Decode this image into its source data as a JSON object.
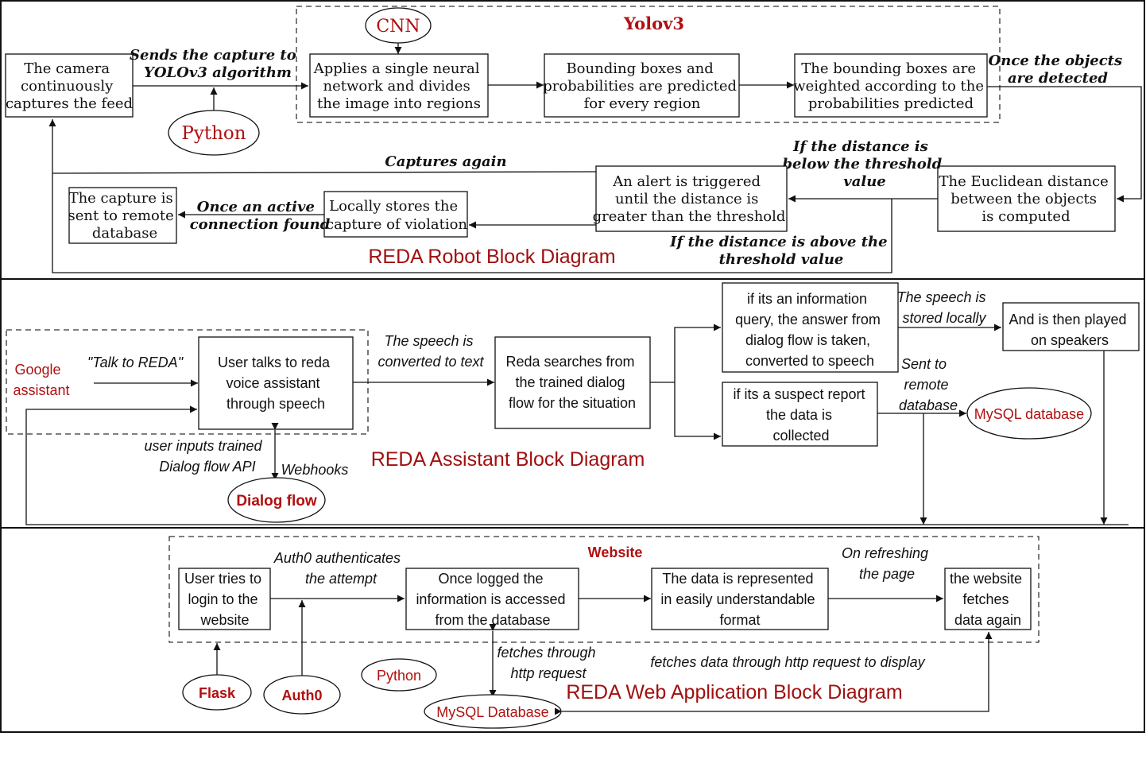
{
  "robot": {
    "title": "REDA Robot Block Diagram",
    "group_title": "Yolov3",
    "camera": [
      "The camera",
      "continuously",
      "captures the feed"
    ],
    "send_label": [
      "Sends the capture to",
      "YOLOv3 algorithm"
    ],
    "python": "Python",
    "cnn": "CNN",
    "neural": [
      "Applies a single neural",
      "network and divides",
      "the image into regions"
    ],
    "bbox": [
      "Bounding boxes and",
      "probabilities are predicted",
      "for every region"
    ],
    "weighted": [
      "The bounding boxes are",
      "weighted according to the",
      "probabilities predicted"
    ],
    "detected_label": [
      "Once the objects",
      "are detected"
    ],
    "euclid": [
      "The Euclidean distance",
      "between the objects",
      "is computed"
    ],
    "below_label": [
      "If the distance is",
      "below the threshold",
      "value"
    ],
    "alert": [
      "An alert is triggered",
      "until the distance is",
      "greater than the threshold"
    ],
    "above_label": [
      "If the distance is above the",
      "threshold value"
    ],
    "captures_again": "Captures again",
    "store": [
      "Locally stores the",
      "capture of violation"
    ],
    "active_label": [
      "Once an active",
      "connection found"
    ],
    "remote": [
      "The capture is",
      "sent to remote",
      "database"
    ]
  },
  "assistant": {
    "title": "REDA Assistant Block Diagram",
    "google": [
      "Google",
      "assistant"
    ],
    "talk_label": "\"Talk to REDA\"",
    "user_talks": [
      "User talks to reda",
      "voice assistant",
      "through speech"
    ],
    "speech_text_label": [
      "The speech is",
      "converted to text"
    ],
    "search": [
      "Reda searches from",
      "the trained dialog",
      "flow for the situation"
    ],
    "info": [
      "if its an information",
      "query, the answer from",
      "dialog flow is taken,",
      "converted to speech"
    ],
    "suspect": [
      "if its a suspect report",
      "the data is",
      "collected"
    ],
    "stored_label": [
      "The speech is",
      "stored locally"
    ],
    "played": [
      "And is then played",
      "on speakers"
    ],
    "sent_label": [
      "Sent to",
      "remote",
      "database"
    ],
    "mysql": "MySQL database",
    "inputs_label": [
      "user inputs trained",
      "Dialog flow API"
    ],
    "webhooks": "Webhooks",
    "dialogflow": "Dialog flow"
  },
  "web": {
    "title": "REDA Web Application Block Diagram",
    "group_title": "Website",
    "login": [
      "User tries to",
      "login to the",
      "website"
    ],
    "auth_label": [
      "Auth0 authenticates",
      "the attempt"
    ],
    "logged": [
      "Once logged the",
      "information is accessed",
      "from the database"
    ],
    "represent": [
      "The data is represented",
      "in easily understandable",
      "format"
    ],
    "refresh_label": [
      "On refreshing",
      "the page"
    ],
    "fetch": [
      "the website",
      "fetches",
      "data again"
    ],
    "flask": "Flask",
    "auth0": "Auth0",
    "python": "Python",
    "fetches_label": [
      "fetches through",
      "http request"
    ],
    "fetch_display": "fetches data through http request to display",
    "mysql": "MySQL Database"
  }
}
